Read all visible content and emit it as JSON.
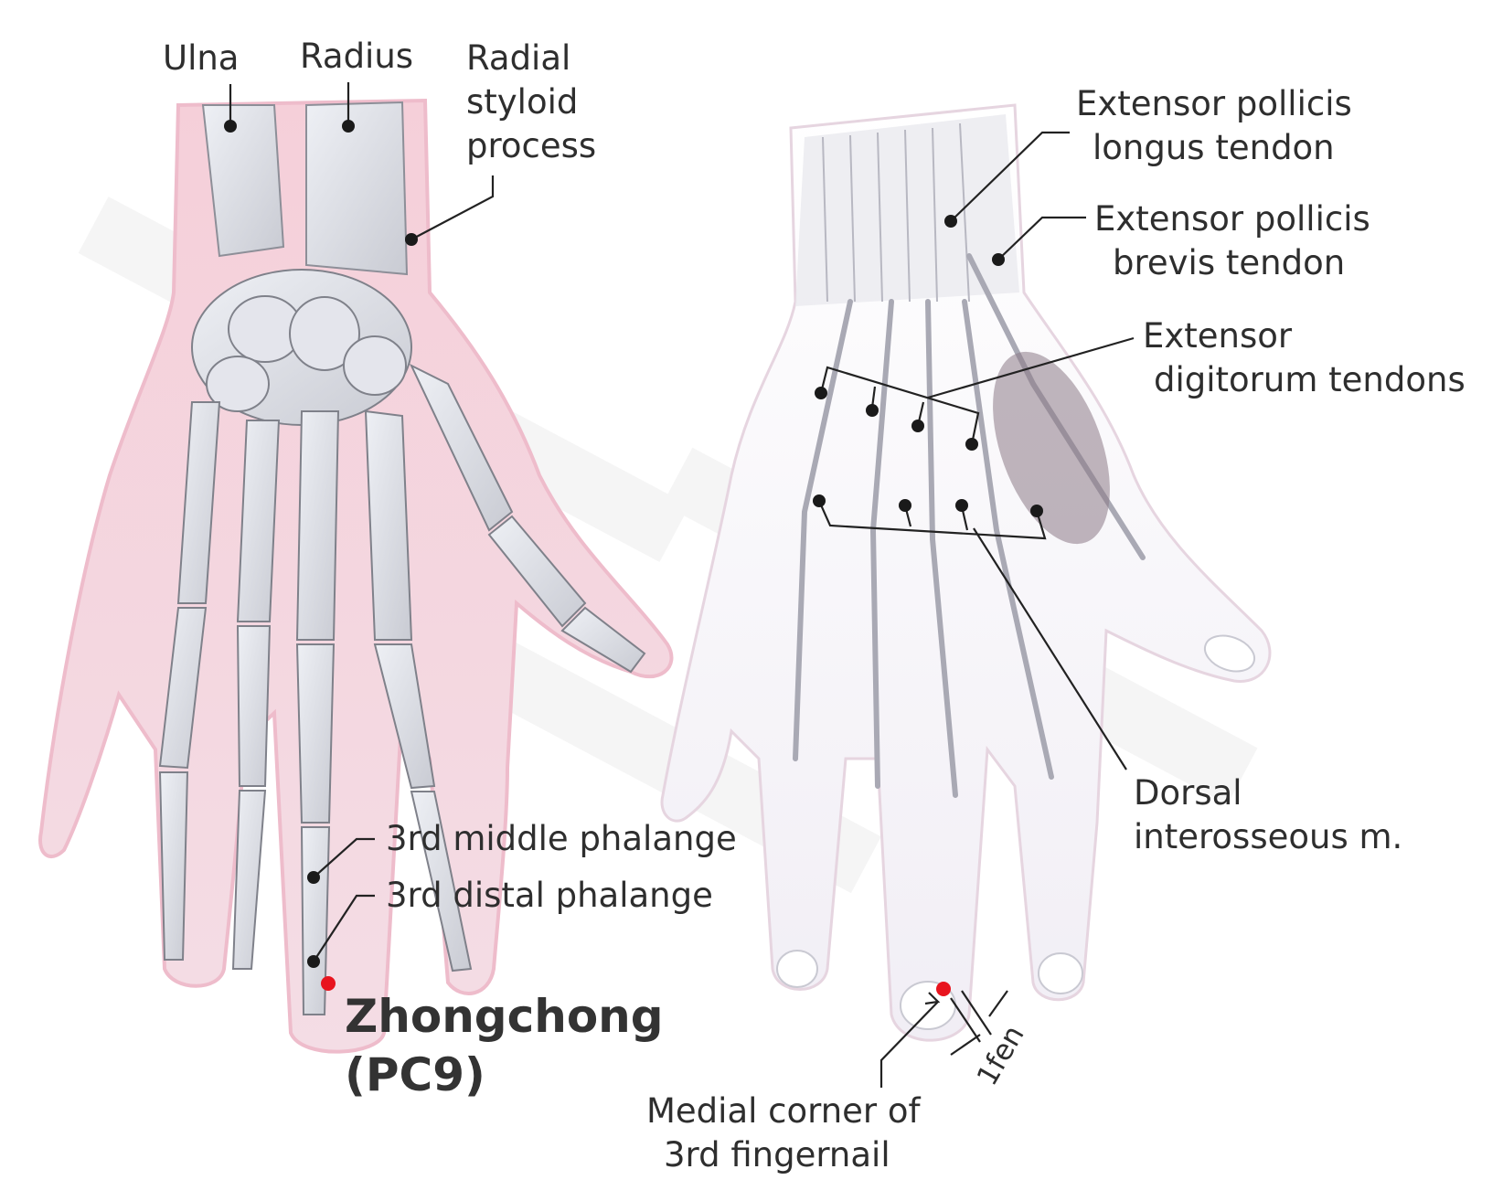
{
  "left_view": {
    "labels": {
      "ulna": "Ulna",
      "radius": "Radius",
      "radial_styloid_1": "Radial",
      "radial_styloid_2": "styloid",
      "radial_styloid_3": "process",
      "middle_phalange": "3rd middle phalange",
      "distal_phalange": "3rd distal phalange"
    },
    "point_name_1": "Zhongchong",
    "point_name_2": "(PC9)"
  },
  "right_view": {
    "labels": {
      "epl_1": "Extensor pollicis",
      "epl_2": "longus tendon",
      "epb_1": "Extensor pollicis",
      "epb_2": "brevis tendon",
      "ed_1": "Extensor",
      "ed_2": "digitorum tendons",
      "di_1": "Dorsal",
      "di_2": "interosseous m.",
      "corner_1": "Medial corner of",
      "corner_2": "3rd  fingernail",
      "distance": "1fen"
    }
  },
  "colors": {
    "acupoint": "#e8141e",
    "skin_outline": "#f2c9d3",
    "skin_fill": "#f7e3ea",
    "bone": "#dcdde3",
    "bone_shadow": "#9a9ba4",
    "text": "#2e2e2e",
    "leader": "#222222"
  }
}
